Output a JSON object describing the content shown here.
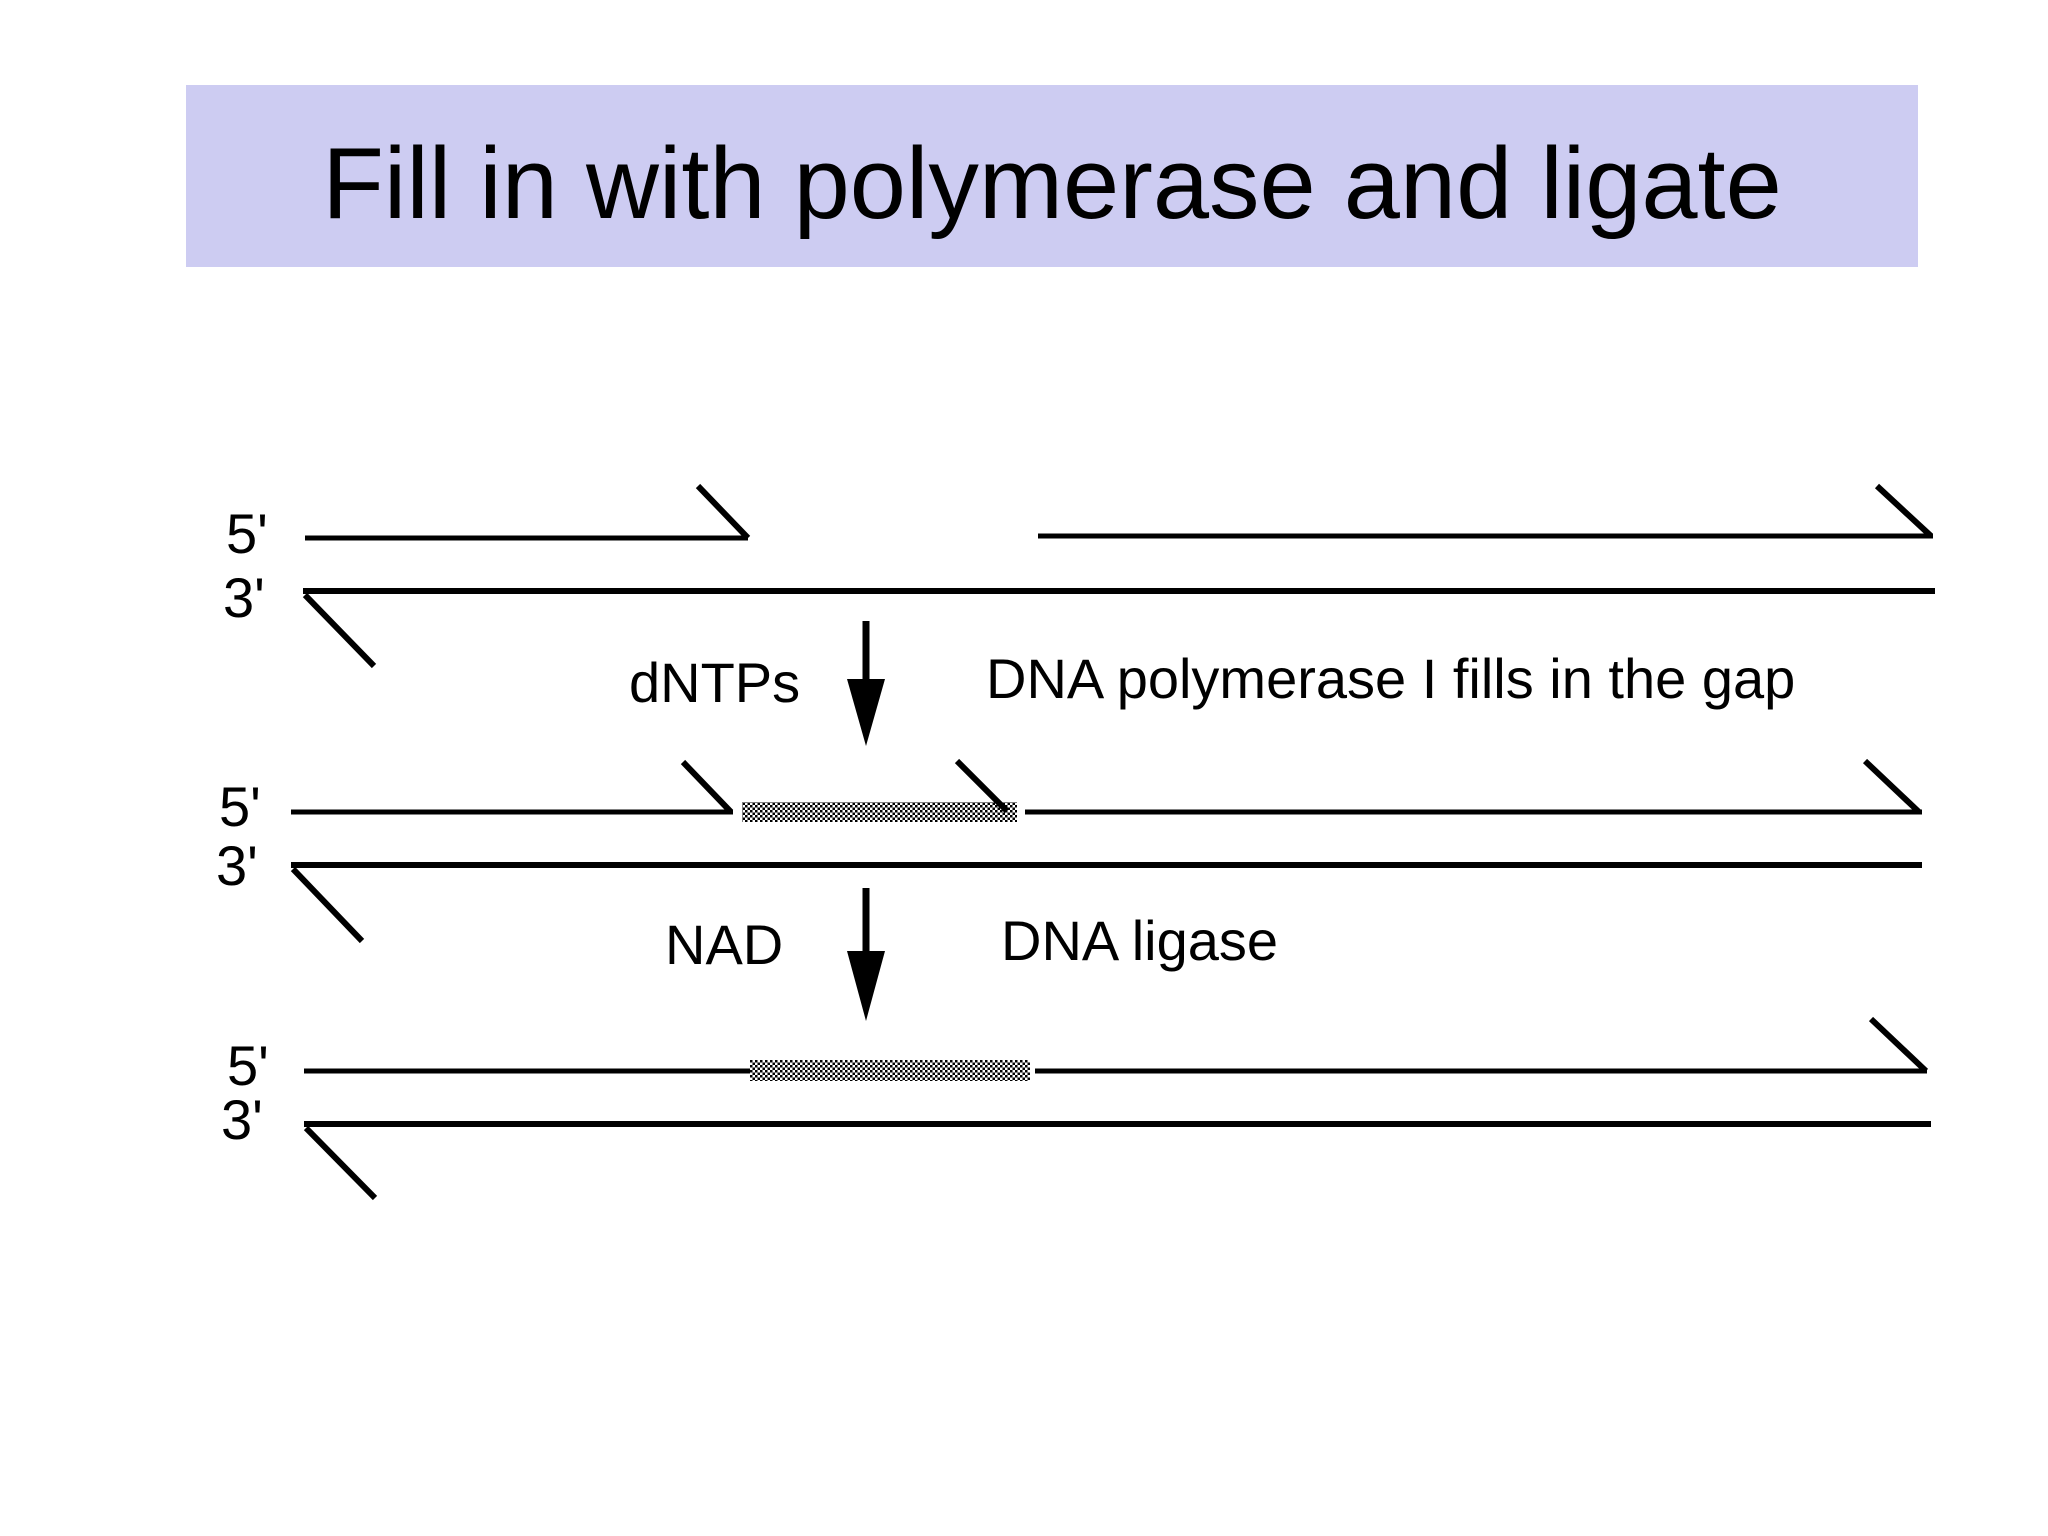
{
  "slide": {
    "title": "Fill in with polymerase and ligate",
    "colors": {
      "banner_bg": "#cdccf2",
      "ink": "#000000",
      "background": "#ffffff"
    }
  },
  "duplexes": [
    {
      "five_prime": "5'",
      "three_prime": "3'"
    },
    {
      "five_prime": "5'",
      "three_prime": "3'"
    },
    {
      "five_prime": "5'",
      "three_prime": "3'"
    }
  ],
  "steps": [
    {
      "reagent": "dNTPs",
      "enzyme": "DNA polymerase I fills in the gap"
    },
    {
      "reagent": "NAD",
      "enzyme": "DNA ligase"
    }
  ]
}
